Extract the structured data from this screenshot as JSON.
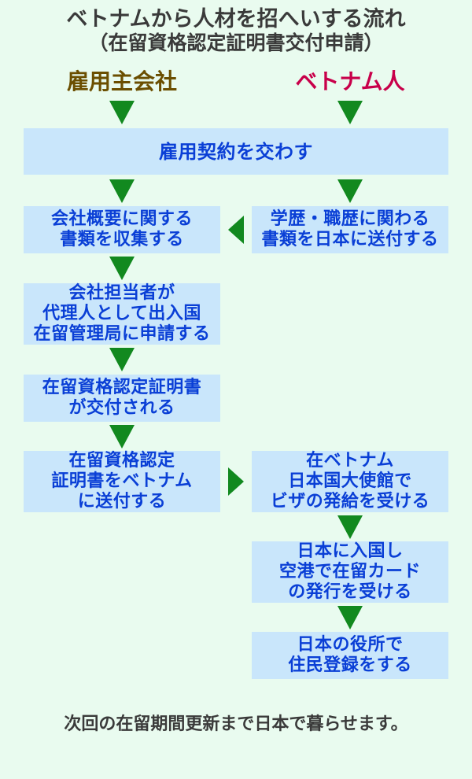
{
  "title": {
    "line1": "ベトナムから人材を招へいする流れ",
    "line2": "（在留資格認定証明書交付申請）"
  },
  "columns": {
    "company": "雇用主会社",
    "vietnamese": "ベトナム人"
  },
  "steps": {
    "contract": "雇用契約を交わす",
    "company_docs": [
      "会社概要に関する",
      "書類を収集する"
    ],
    "personal_docs": [
      "学歴・職歴に関わる",
      "書類を日本に送付する"
    ],
    "application": [
      "会社担当者が",
      "代理人として出入国",
      "在留管理局に申請する"
    ],
    "issued": [
      "在留資格認定証明書",
      "が交付される"
    ],
    "send_certificate": [
      "在留資格認定",
      "証明書をベトナム",
      "に送付する"
    ],
    "visa": [
      "在ベトナム",
      "日本国大使館で",
      "ビザの発給を受ける"
    ],
    "entry": [
      "日本に入国し",
      "空港で在留カード",
      "の発行を受ける"
    ],
    "city_office": [
      "日本の役所で",
      "住民登録をする"
    ]
  },
  "footer": "次回の在留期間更新まで日本で暮らせます。",
  "colors": {
    "background": "#e9fbef",
    "box": "#c9e6fb",
    "box_text": "#0a3fd6",
    "arrow": "#12891f",
    "company_label": "#6b4e00",
    "vietnamese_label": "#c8004a",
    "title": "#3a3a3a"
  }
}
